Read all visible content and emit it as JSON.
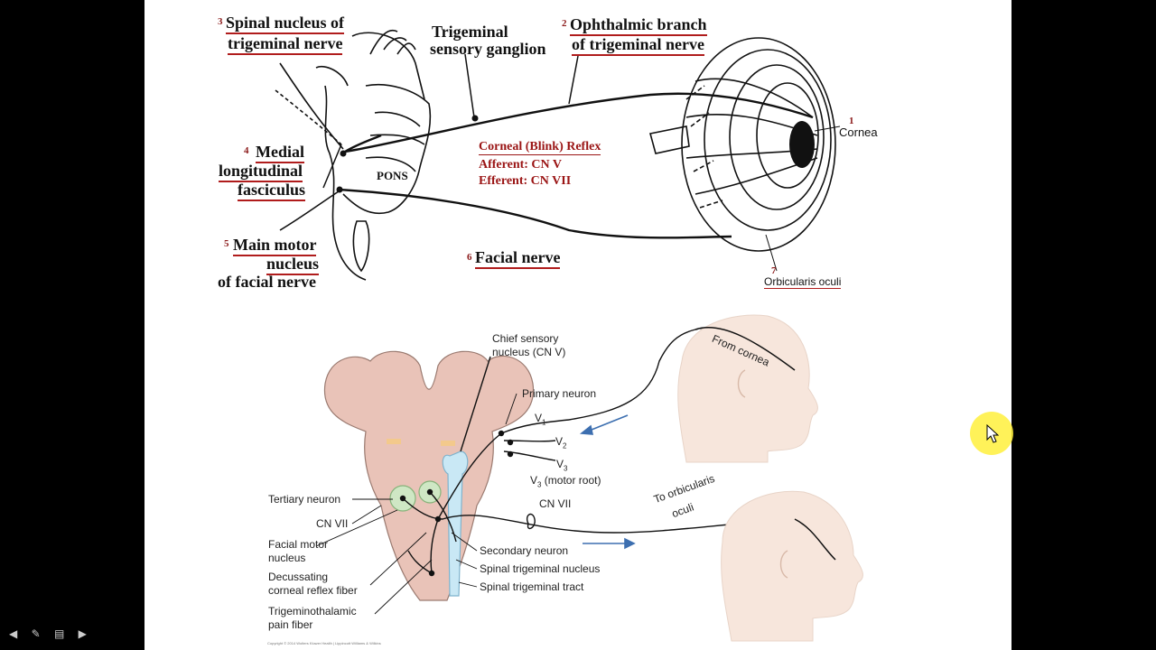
{
  "top": {
    "spinal": {
      "num": "3",
      "line1": "Spinal nucleus of",
      "line2": "trigeminal nerve"
    },
    "ganglion": {
      "line1": "Trigeminal",
      "line2": "sensory ganglion"
    },
    "ophthalmic": {
      "num": "2",
      "line1": "Ophthalmic branch",
      "line2": "of trigeminal nerve"
    },
    "cornea": {
      "num": "1",
      "label": "Cornea"
    },
    "mlf": {
      "num": "4",
      "line1": "Medial",
      "line2": "longitudinal",
      "line3": "fasciculus"
    },
    "pons": "PONS",
    "reflex": {
      "title": "Corneal (Blink) Reflex",
      "afferent": "Afferent: CN V",
      "efferent": "Efferent: CN VII"
    },
    "motor": {
      "num": "5",
      "line1": "Main motor",
      "line2": "nucleus",
      "line3": "of facial nerve"
    },
    "facial": {
      "num": "6",
      "label": "Facial nerve"
    },
    "orbicularis": {
      "num": "7",
      "label": "Orbicularis oculi"
    }
  },
  "bottom": {
    "chief1": "Chief sensory",
    "chief2": "nucleus (CN V)",
    "primary": "Primary neuron",
    "v1": "V",
    "v1sub": "1",
    "v2": "V",
    "v2sub": "2",
    "v3": "V",
    "v3sub": "3",
    "v3motor": "V",
    "v3motorsub": "3",
    "v3motortext": " (motor root)",
    "cn7right": "CN VII",
    "tertiary": "Tertiary neuron",
    "cn7left": "CN VII",
    "facialmotor1": "Facial motor",
    "facialmotor2": "nucleus",
    "decuss1": "Decussating",
    "decuss2": "corneal reflex fiber",
    "trigpain1": "Trigeminothalamic",
    "trigpain2": "pain fiber",
    "secondary": "Secondary neuron",
    "spinalnuc": "Spinal trigeminal nucleus",
    "spinaltract": "Spinal trigeminal tract",
    "fromcornea": "From cornea",
    "toorb1": "To orbicularis",
    "toorb2": "oculi"
  },
  "footer": "Copyright © 2014 Wolters Kluwer Health | Lippincott Williams & Wilkins",
  "colors": {
    "red": "#9a1414",
    "underline": "#b01c1c",
    "brainstem": "#e9c3b8",
    "cyan": "#c9e8f5",
    "skin": "#f7e6dc",
    "arrowBlue": "#3d6fb0"
  }
}
